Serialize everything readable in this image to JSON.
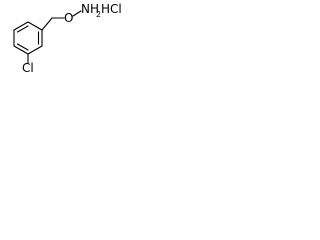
{
  "molecule": {
    "atoms": {
      "oxygen": "O",
      "nitrogen_base": "NH",
      "nitrogen_subscript": "2",
      "chlorine_ring": "Cl",
      "salt": "HCl"
    }
  },
  "colors": {
    "bond": "#000000",
    "text": "#000000",
    "background": "#ffffff"
  }
}
